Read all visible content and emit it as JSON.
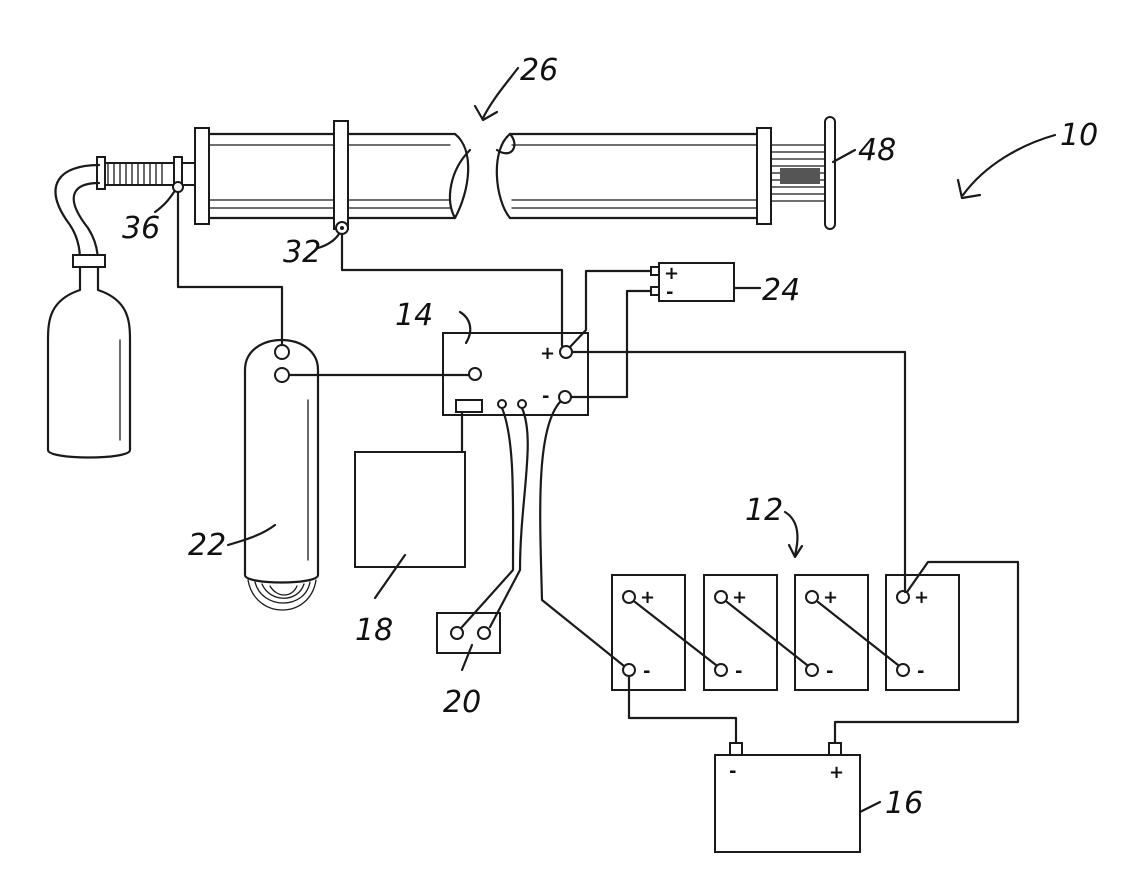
{
  "references": {
    "system": "10",
    "battery_bank": "12",
    "controller": "14",
    "battery": "16",
    "box_18": "18",
    "box_20": "20",
    "tank": "22",
    "module_24": "24",
    "tube": "26",
    "sensor_32": "32",
    "sensor_36": "36",
    "end_48": "48"
  },
  "polarity": {
    "plus": "+",
    "minus": "-"
  }
}
